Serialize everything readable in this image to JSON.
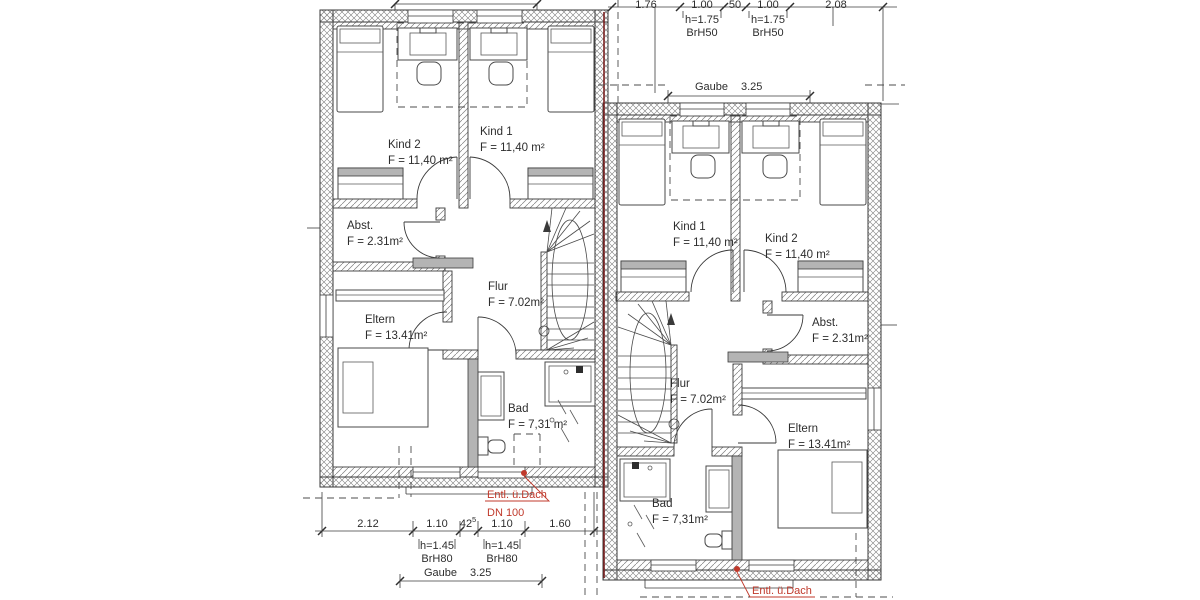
{
  "drawing": {
    "left_unit": {
      "rooms": {
        "kind2": {
          "name": "Kind 2",
          "area": "F = 11,40 m²"
        },
        "kind1": {
          "name": "Kind 1",
          "area": "F = 11,40 m²"
        },
        "abst": {
          "name": "Abst.",
          "area": "F = 2.31m²"
        },
        "flur": {
          "name": "Flur",
          "area": "F = 7.02m²"
        },
        "eltern": {
          "name": "Eltern",
          "area": "F = 13.41m²"
        },
        "bad": {
          "name": "Bad",
          "area": "F = 7,31 m²"
        }
      },
      "annotations": {
        "vent": "Entl. ü.Dach",
        "pipe": "DN 100"
      }
    },
    "right_unit": {
      "rooms": {
        "kind1": {
          "name": "Kind 1",
          "area": "F = 11,40 m²"
        },
        "kind2": {
          "name": "Kind 2",
          "area": "F = 11,40 m²"
        },
        "abst": {
          "name": "Abst.",
          "area": "F = 2.31m²"
        },
        "flur": {
          "name": "Flur",
          "area": "F = 7.02m²"
        },
        "eltern": {
          "name": "Eltern",
          "area": "F = 13.41m²"
        },
        "bad": {
          "name": "Bad",
          "area": "F = 7,31m²"
        }
      },
      "annotations": {
        "vent": "Entl. ü.Dach"
      }
    },
    "dims_top": {
      "d1": "1.76",
      "d2": "1.00",
      "d3": "50",
      "d4": "1.00",
      "d5": "2.08",
      "win1_h": "h=1.75",
      "win1_brh": "BrH50",
      "win2_h": "h=1.75",
      "win2_brh": "BrH50",
      "gaube_label": "Gaube",
      "gaube_value": "3.25"
    },
    "dims_bottom": {
      "d1": "2.12",
      "d2": "1.10",
      "d3": "42",
      "d3_sup": "5",
      "d4": "1.10",
      "d5": "1.60",
      "win1_h": "h=1.45",
      "win1_brh": "BrH80",
      "win2_h": "h=1.45",
      "win2_brh": "BrH80",
      "gaube_label": "Gaube",
      "gaube_value": "3.25"
    },
    "colors": {
      "annotation_red": "#c0392b",
      "party_wall_red": "#7a1f1f",
      "line": "#3a3a3a",
      "poche_gray": "#b4b4b4"
    }
  }
}
